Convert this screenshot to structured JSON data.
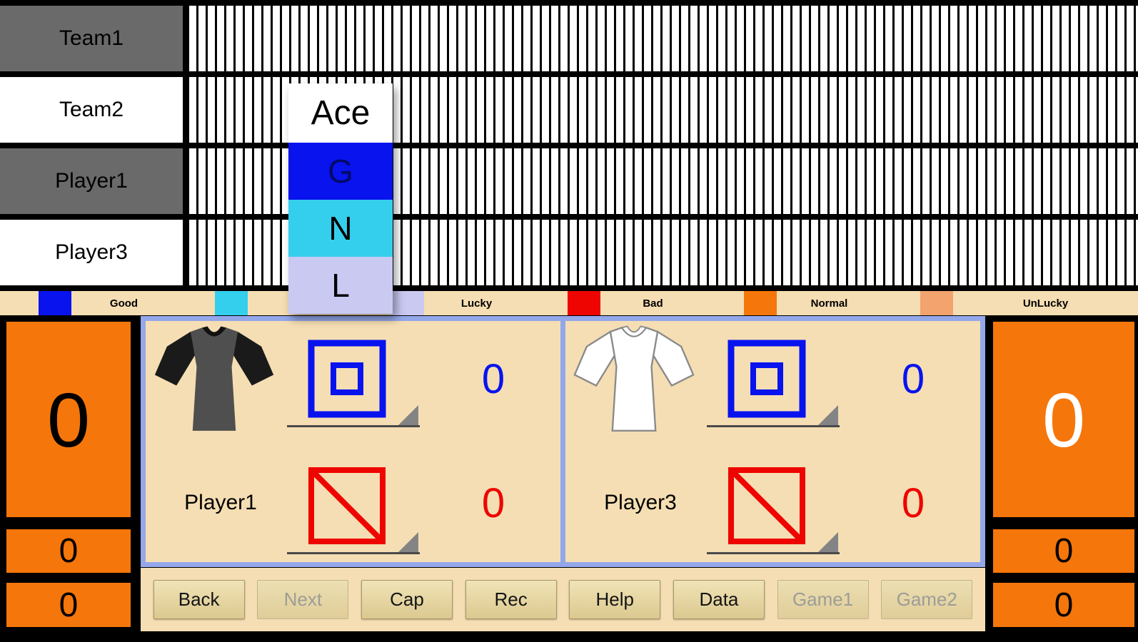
{
  "sheet": {
    "rows": [
      {
        "label": "Team1"
      },
      {
        "label": "Team2"
      },
      {
        "label": "Player1"
      },
      {
        "label": "Player3"
      }
    ]
  },
  "dropdown": {
    "items": [
      {
        "label": "Ace",
        "bg": "#ffffff",
        "fg": "#000000"
      },
      {
        "label": "G",
        "bg": "#0813ee",
        "fg": "#000a66"
      },
      {
        "label": "N",
        "bg": "#35cfee",
        "fg": "#000000"
      },
      {
        "label": "L",
        "bg": "#c9c9f2",
        "fg": "#000000"
      }
    ]
  },
  "legend": {
    "items": [
      {
        "label": "Good",
        "color": "#0813ee"
      },
      {
        "label": "",
        "color": "#35cfee"
      },
      {
        "label": "Lucky",
        "color": "#c9c9f2"
      },
      {
        "label": "Bad",
        "color": "#ee0400"
      },
      {
        "label": "Normal",
        "color": "#f5760a"
      },
      {
        "label": "UnLucky",
        "color": "#f2a36e"
      }
    ]
  },
  "scoreboard": {
    "left": {
      "main": "0",
      "sub_top": "0",
      "sub_bottom": "0"
    },
    "right": {
      "main": "0",
      "sub_top": "0",
      "sub_bottom": "0"
    }
  },
  "players": [
    {
      "name": "Player1",
      "good_count": "0",
      "bad_count": "0"
    },
    {
      "name": "Player3",
      "good_count": "0",
      "bad_count": "0"
    }
  ],
  "toolbar": {
    "buttons": [
      {
        "label": "Back",
        "enabled": true
      },
      {
        "label": "Next",
        "enabled": false
      },
      {
        "label": "Cap",
        "enabled": true
      },
      {
        "label": "Rec",
        "enabled": true
      },
      {
        "label": "Help",
        "enabled": true
      },
      {
        "label": "Data",
        "enabled": true
      },
      {
        "label": "Game1",
        "enabled": false
      },
      {
        "label": "Game2",
        "enabled": false
      }
    ]
  },
  "colors": {
    "accent_border": "#93a7ea",
    "panel_bg": "#f5deb3",
    "score_orange": "#f5760a",
    "good_blue": "#0813ee",
    "bad_red": "#ee0400"
  }
}
